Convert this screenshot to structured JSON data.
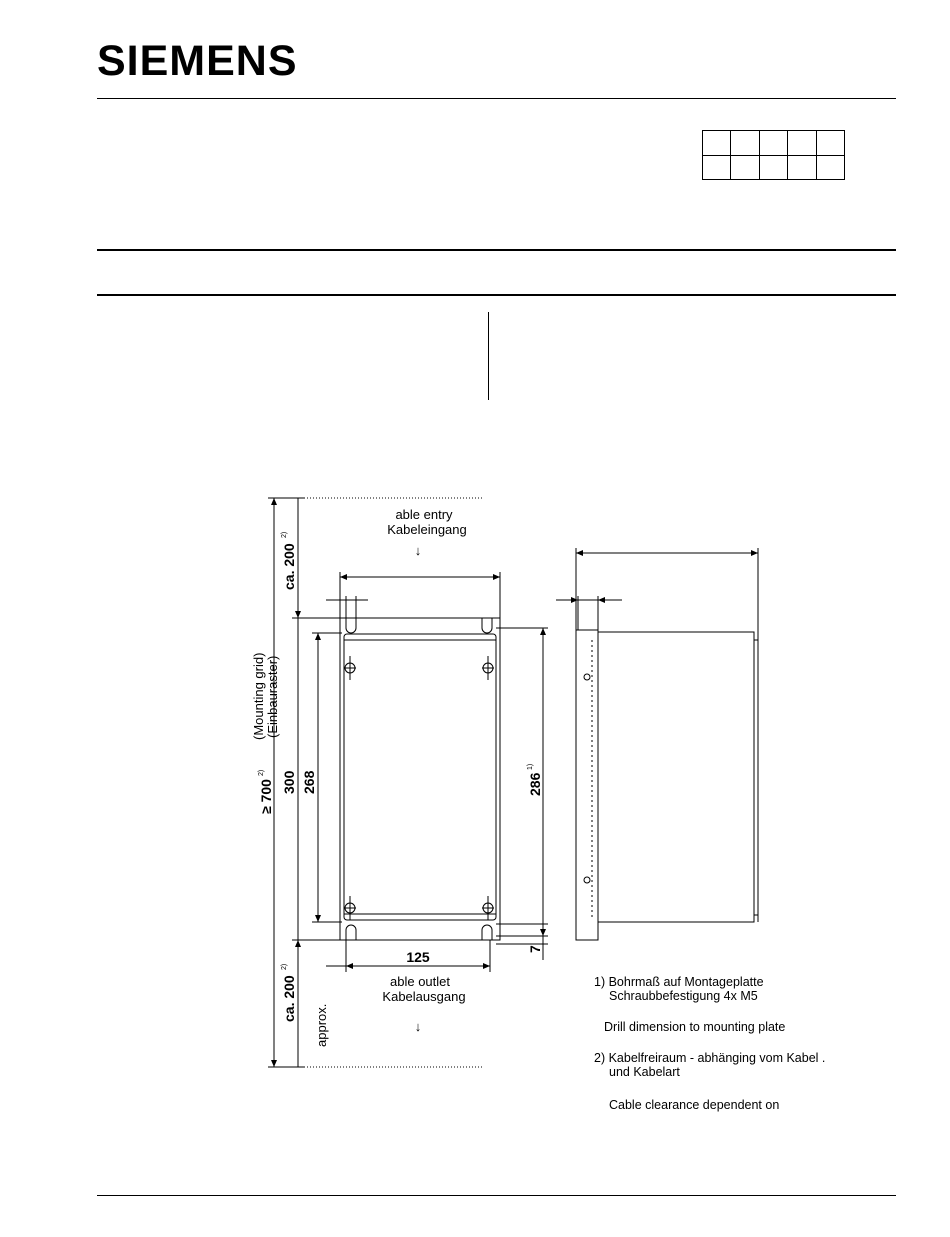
{
  "brand": "SIEMENS",
  "drawing": {
    "cable_entry_en": "able entry",
    "cable_entry_de": "Kabeleingang",
    "cable_outlet_en": "able outlet",
    "cable_outlet_de": "Kabelausgang",
    "clearance_top": "ca. 200",
    "clearance_top_note": "2)",
    "clearance_bottom": "ca. 200",
    "clearance_bottom_note": "2)",
    "total_min": "≥ 700",
    "total_min_note": "2)",
    "mounting_grid_en": "(Mounting grid)",
    "mounting_grid_de": "(Einbauraster)",
    "height_outer": "300",
    "height_inner": "268",
    "hole_spacing": "286",
    "hole_spacing_note": "1)",
    "offset": "7",
    "width": "125",
    "approx": "approx.",
    "down_arrow": "↓"
  },
  "notes": {
    "n1_line1": "1) Bohrmaß auf Montageplatte",
    "n1_line2": "Schraubbefestigung 4x M5",
    "n1_en": "Drill dimension to mounting plate",
    "n2_line1": "2) Kabelfreiraum - abhänging vom Kabel   .",
    "n2_line2": "und Kabelart",
    "n2_en": "Cable clearance dependent on"
  }
}
